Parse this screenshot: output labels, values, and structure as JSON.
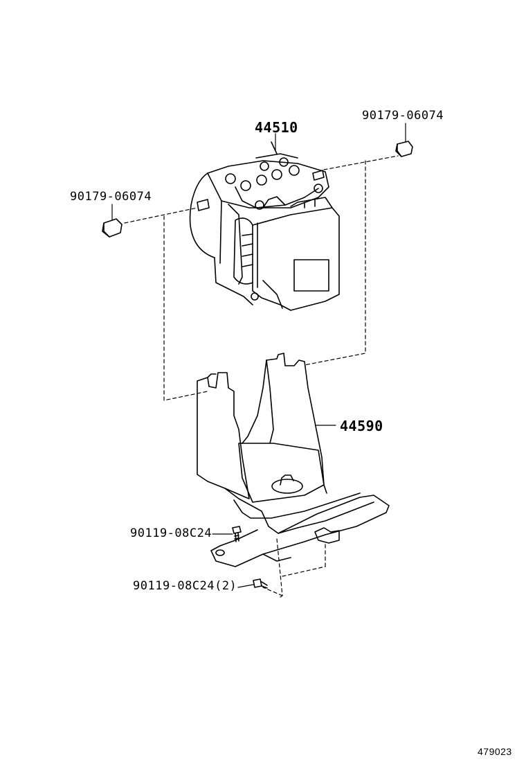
{
  "labels": {
    "actuator_part": "44510",
    "bracket_part": "44590",
    "nut_top_right": "90179-06074",
    "nut_left": "90179-06074",
    "bolt_upper": "90119-08C24",
    "bolt_lower": "90119-08C24(2)"
  },
  "diagram_ref": "479023"
}
